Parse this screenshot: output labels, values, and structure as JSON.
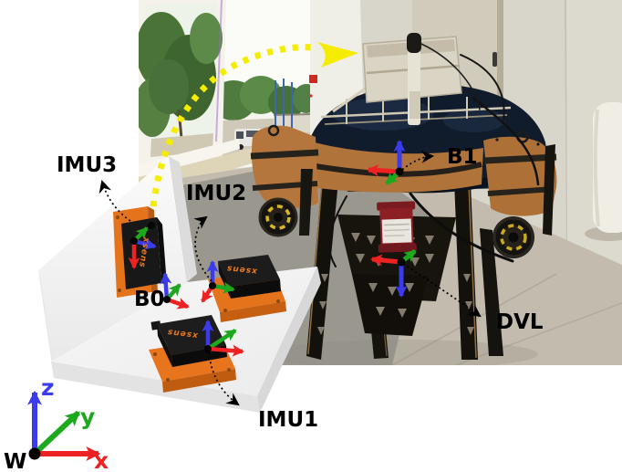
{
  "labels": {
    "imu1": "IMU1",
    "imu2": "IMU2",
    "imu3": "IMU3",
    "b0": "B0",
    "b1": "B1",
    "dvl": "DVL",
    "world": "W"
  },
  "axes": {
    "x": "x",
    "y": "y",
    "z": "z"
  },
  "device_brand": "xsens",
  "colors": {
    "axis_x": "#ee2222",
    "axis_y": "#1ea81e",
    "axis_z": "#3b3bec",
    "highlight_arrow": "#f6ec00",
    "annotation_black": "#000000",
    "mount_orange": "#e5731c",
    "device_black": "#161616",
    "bracket_white": "#f4f4f4"
  }
}
